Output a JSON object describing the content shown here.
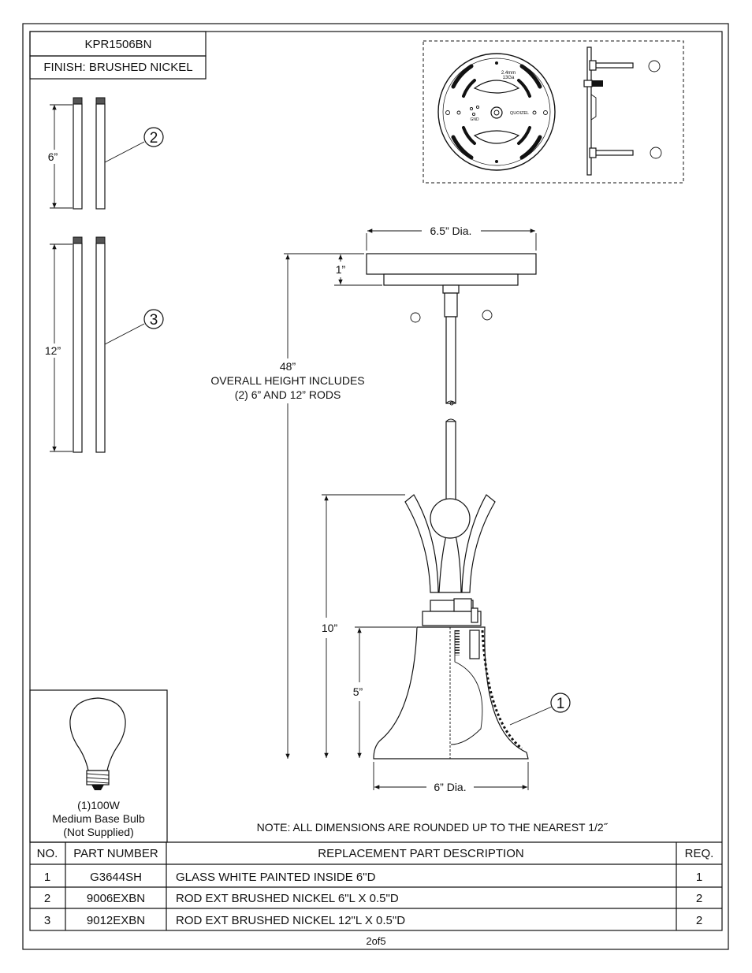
{
  "header": {
    "model": "KPR1506BN",
    "finish": "FINISH: BRUSHED NICKEL"
  },
  "bracket": {
    "gauge_line1": "2.4mm",
    "gauge_line2": "13Ga",
    "gnd_label": "GND",
    "brand_mark": "QUOIZEL"
  },
  "rod_labels": {
    "short_length": "6”",
    "long_length": "12”"
  },
  "callouts": {
    "one": "1",
    "two": "2",
    "three": "3"
  },
  "dimensions": {
    "canopy_dia": "6.5” Dia.",
    "canopy_height": "1”",
    "overall_value": "48”",
    "overall_line1": "OVERALL HEIGHT INCLUDES",
    "overall_line2": "(2) 6” AND 12” RODS",
    "fixture_height": "10”",
    "shade_height": "5”",
    "shade_dia": "6” Dia."
  },
  "bulb": {
    "line1": "(1)100W",
    "line2": "Medium Base Bulb",
    "line3": "(Not Supplied)"
  },
  "note": "NOTE:  ALL DIMENSIONS ARE ROUNDED UP TO THE NEAREST  1/2˝",
  "parts_table": {
    "headers": [
      "NO.",
      "PART NUMBER",
      "REPLACEMENT PART DESCRIPTION",
      "REQ."
    ],
    "rows": [
      {
        "no": "1",
        "part": "G3644SH",
        "desc": "GLASS WHITE PAINTED INSIDE 6\"D",
        "req": "1"
      },
      {
        "no": "2",
        "part": "9006EXBN",
        "desc": "ROD EXT BRUSHED NICKEL 6\"L X 0.5\"D",
        "req": "2"
      },
      {
        "no": "3",
        "part": "9012EXBN",
        "desc": "ROD EXT BRUSHED NICKEL 12\"L X 0.5\"D",
        "req": "2"
      }
    ]
  },
  "footer": {
    "page": "2of5"
  }
}
